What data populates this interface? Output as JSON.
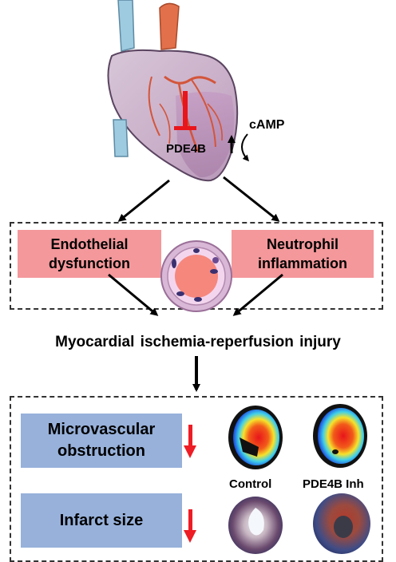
{
  "heart": {
    "target_label": "PDE4B",
    "messenger_label": "cAMP"
  },
  "top_box": {
    "left_label": "Endothelial\ndysfunction",
    "right_label": "Neutrophil\ninflammation"
  },
  "main_title": "Myocardial ischemia-reperfusion injury",
  "outcomes": {
    "mvo_label": "Microvascular\nobstruction",
    "infarct_label": "Infarct size",
    "control_label": "Control",
    "treatment_label": "PDE4B Inh"
  },
  "colors": {
    "pink_box": "#f4989b",
    "blue_box": "#97b1da",
    "inhibit_red": "#e8151b",
    "down_arrow_red": "#ee1c24"
  }
}
